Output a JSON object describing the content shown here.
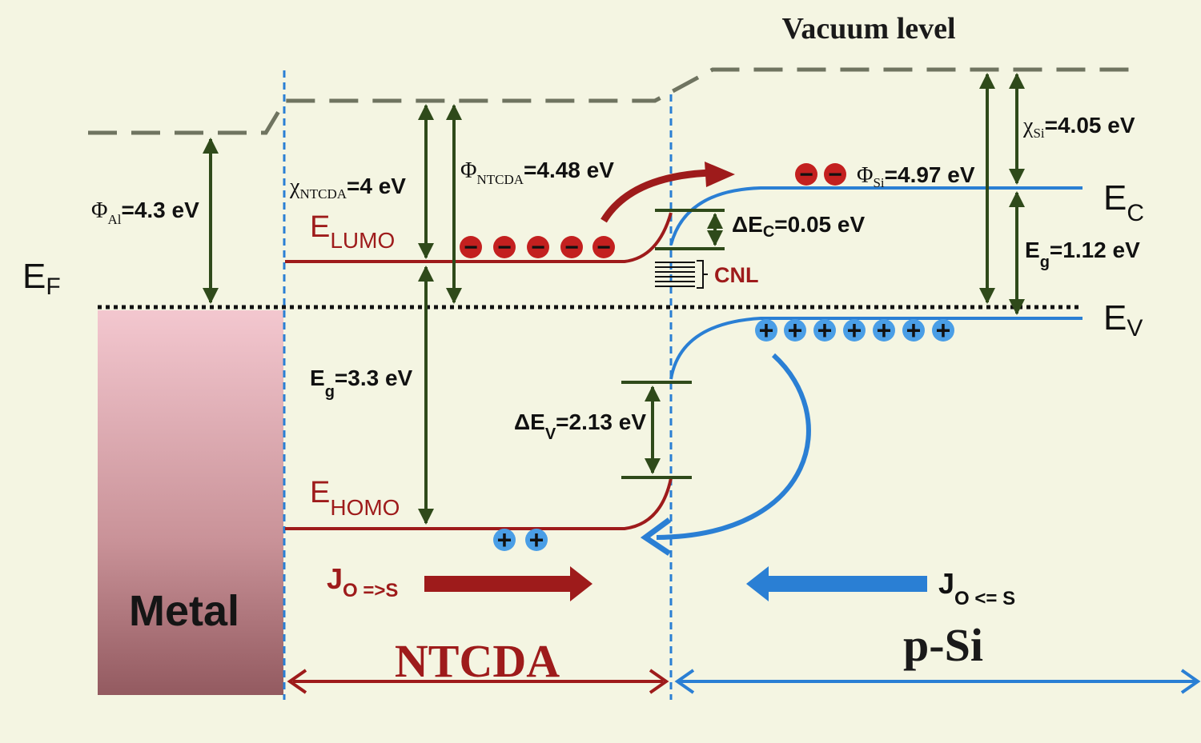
{
  "labels": {
    "vacuum_level": "Vacuum level",
    "fermi_E": "E",
    "fermi_sub": "F",
    "phi_al_sym": "Φ",
    "phi_al_sub": "Al",
    "phi_al_val": "=4.3 eV",
    "chi_ntcda_sym": "χ",
    "chi_ntcda_sub": "NTCDA",
    "chi_ntcda_val": "=4 eV",
    "phi_ntcda_sym": "Φ",
    "phi_ntcda_sub": "NTCDA",
    "phi_ntcda_val": "=4.48 eV",
    "lumo_E": "E",
    "lumo_sub": "LUMO",
    "homo_E": "E",
    "homo_sub": "HOMO",
    "eg_ntcda_E": "E",
    "eg_ntcda_sub": "g",
    "eg_ntcda_val": "=3.3 eV",
    "delta_ev_pre": "ΔE",
    "delta_ev_sub": "V",
    "delta_ev_val": "=2.13 eV",
    "delta_ec_pre": "ΔE",
    "delta_ec_sub": "C",
    "delta_ec_val": "=0.05 eV",
    "cnl": "CNL",
    "phi_si_sym": "Φ",
    "phi_si_sub": "Si",
    "phi_si_val": "=4.97 eV",
    "chi_si_sym": "χ",
    "chi_si_sub": "Si",
    "chi_si_val": "=4.05 eV",
    "eg_si_E": "E",
    "eg_si_sub": "g",
    "eg_si_val": "=1.12 eV",
    "ec_E": "E",
    "ec_sub": "C",
    "ev_E": "E",
    "ev_sub": "V",
    "j_os_J": "J",
    "j_os_sub": "O =>S",
    "j_so_J": "J",
    "j_so_sub": "O <= S",
    "metal": "Metal",
    "ntcda": "NTCDA",
    "psi": "p-Si",
    "minus": "−",
    "plus": "+"
  },
  "colors": {
    "background": "#f4f5e2",
    "vacuum_dash": "#6f7460",
    "arrow_green": "#2f4a1a",
    "ntcda_red": "#9e1b1b",
    "si_blue": "#2a7fd4",
    "hole_blue": "#4a9ee6",
    "electron_red": "#c3201f",
    "metal_top": "#f3c7cf",
    "metal_bottom": "#935a60"
  }
}
